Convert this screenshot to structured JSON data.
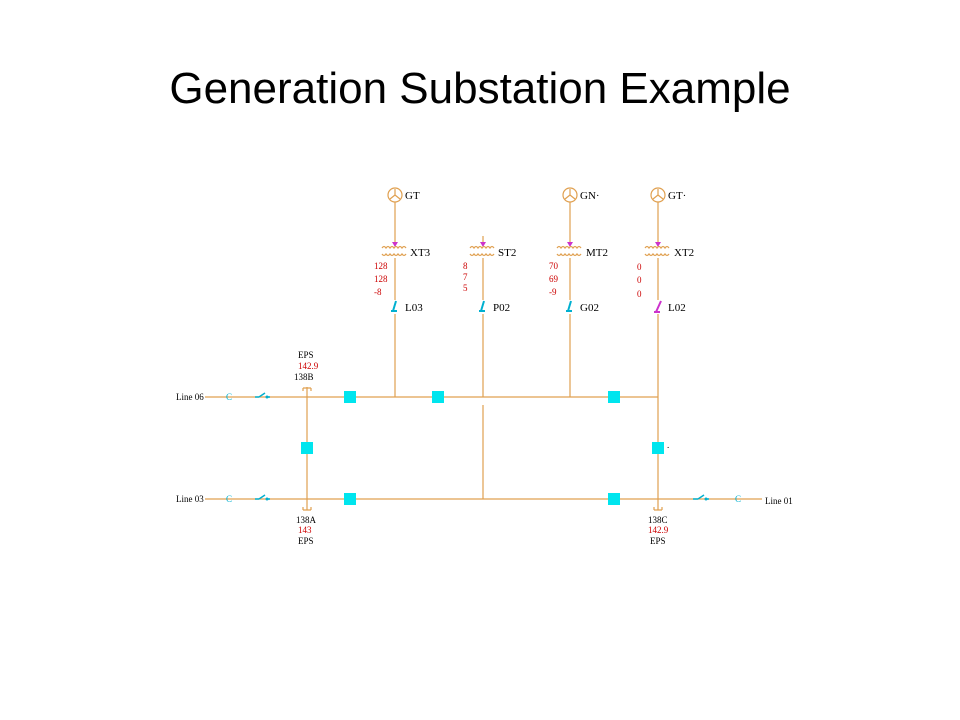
{
  "title": "Generation Substation Example",
  "colors": {
    "wire": "#e0a050",
    "breaker": "#00e5ee",
    "value": "#cc0000",
    "magenta": "#cc33cc",
    "switch": "#00b0d0"
  },
  "generators": [
    {
      "id": "gen1",
      "label": "GT"
    },
    {
      "id": "gen2",
      "label": "GN·"
    },
    {
      "id": "gen3",
      "label": "GT·"
    }
  ],
  "transformers": [
    {
      "id": "xf1",
      "label": "XT3",
      "values": [
        "128",
        "128",
        "-8"
      ]
    },
    {
      "id": "xf2",
      "label": "ST2",
      "values": [
        "8",
        "7",
        "5"
      ]
    },
    {
      "id": "xf3",
      "label": "MT2",
      "values": [
        "70",
        "69",
        "-9"
      ]
    },
    {
      "id": "xf4",
      "label": "XT2",
      "values": [
        "0",
        "0",
        "0"
      ]
    }
  ],
  "feeder_switches": [
    {
      "id": "sw1",
      "label": "L03"
    },
    {
      "id": "sw2",
      "label": "P02"
    },
    {
      "id": "sw3",
      "label": "G02"
    },
    {
      "id": "sw4",
      "label": "L02"
    }
  ],
  "buses": [
    {
      "id": "bus-b",
      "name": "EPS",
      "value": "142.9",
      "label": "138B"
    },
    {
      "id": "bus-a",
      "label": "138A",
      "value": "143",
      "name": "EPS"
    },
    {
      "id": "bus-c",
      "label": "138C",
      "value": "142.9",
      "name": "EPS"
    }
  ],
  "lines": [
    {
      "id": "line06",
      "label": "Line 06",
      "marker": "C"
    },
    {
      "id": "line03",
      "label": "Line 03",
      "marker": "C"
    },
    {
      "id": "line01",
      "label": "Line 01",
      "marker": "C"
    }
  ],
  "dot_label": "."
}
